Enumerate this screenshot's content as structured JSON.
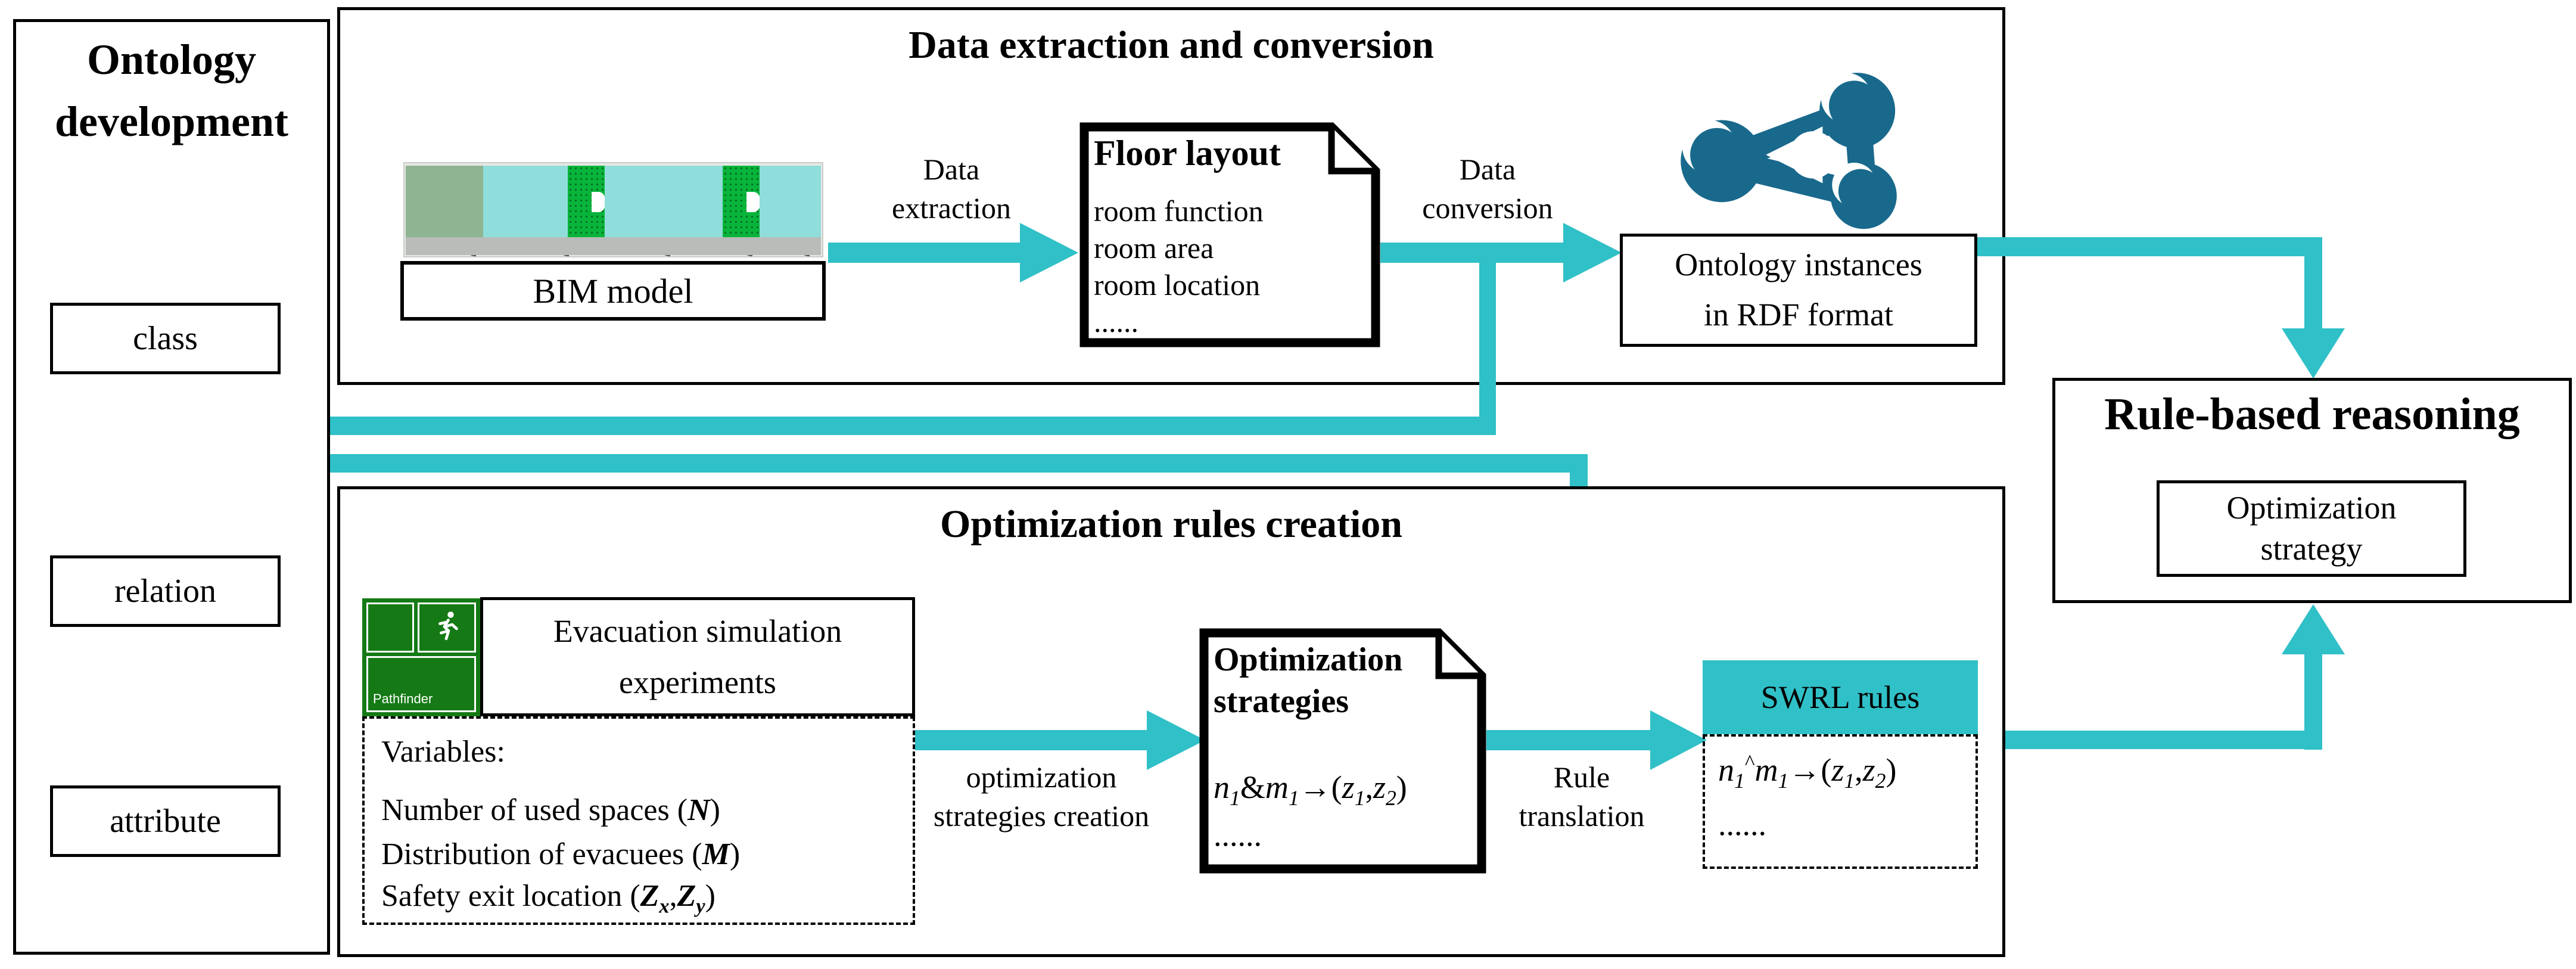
{
  "colors": {
    "accent_teal": "#30c0c7",
    "rdf_icon": "#19698c",
    "pathfinder_green": "#157a15",
    "bim_door_green": "#08b43a",
    "bim_room_teal": "#90dedb",
    "bim_room_sage": "#8fb491",
    "bim_corridor_gray": "#b9bcb9"
  },
  "ontology_panel": {
    "title": "Ontology\ndevelopment",
    "boxes": [
      {
        "label": "class"
      },
      {
        "label": "relation"
      },
      {
        "label": "attribute"
      }
    ]
  },
  "extraction_section": {
    "title": "Data extraction and conversion",
    "bim_label": "BIM model",
    "extraction_arrow_label": "Data\nextraction",
    "floor_layout": {
      "title": "Floor layout",
      "items": "room function\nroom area\nroom location\n......"
    },
    "conversion_arrow_label": "Data\nconversion",
    "rdf_box_label": "Ontology instances\nin RDF format"
  },
  "rules_section": {
    "title": "Optimization rules creation",
    "pathfinder_label": "Pathfinder",
    "evacuation_label": "Evacuation simulation\nexperiments",
    "variables": {
      "heading": "Variables:",
      "items": [
        "Number of used spaces  (<i><b>N</b></i>)",
        "Distribution of  evacuees (<i><b>M</b></i>)",
        "Safety exit location (<i><b>Z<sub>x</sub></b></i>,<i><b>Z<sub>y</sub></b></i>)"
      ]
    },
    "creation_arrow_label": "optimization\nstrategies creation",
    "strategies_doc": {
      "title": "Optimization\nstrategies",
      "formula": "<i>n<sub>1</sub></i>&amp;<i>m<sub>1</sub></i>→(<i>z<sub>1</sub></i>,<i>z<sub>2</sub></i>)",
      "ellipsis": "......"
    },
    "translation_arrow_label": "Rule\ntranslation",
    "swrl": {
      "header": "SWRL rules",
      "formula": "<i>n<sub>1</sub></i><sup>^</sup><i>m<sub>1</sub></i>→(<i>z<sub>1</sub></i>,<i>z<sub>2</sub></i>)",
      "ellipsis": "......"
    }
  },
  "reasoning": {
    "title": "Rule-based reasoning",
    "inner_box_label": "Optimization\nstrategy"
  }
}
